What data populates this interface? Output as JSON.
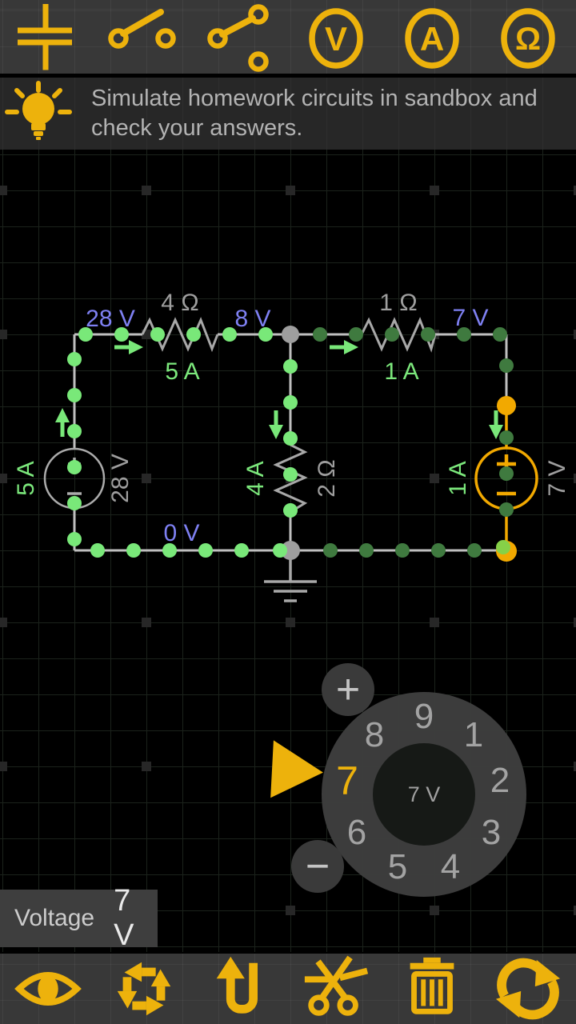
{
  "top_toolbar": {
    "items": [
      {
        "icon": "capacitor-icon"
      },
      {
        "icon": "switch-open-icon"
      },
      {
        "icon": "switch-spdt-icon"
      },
      {
        "icon": "voltmeter-icon",
        "letter": "V"
      },
      {
        "icon": "ammeter-icon",
        "letter": "A"
      },
      {
        "icon": "ohmmeter-icon",
        "letter": "Ω"
      }
    ]
  },
  "tip_banner": {
    "icon": "lightbulb-icon",
    "text": "Simulate homework circuits in sandbox and check your answers."
  },
  "circuit": {
    "voltage_labels": {
      "left_top": "28 V",
      "mid_top": "8 V",
      "right_top": "7 V",
      "bottom": "0 V"
    },
    "resistor_top_left": {
      "value": "4 Ω",
      "current": "5 A"
    },
    "resistor_top_right": {
      "value": "1 Ω",
      "current": "1 A"
    },
    "resistor_middle": {
      "value": "2 Ω",
      "current": "4 A"
    },
    "source_left": {
      "value": "28 V",
      "current": "5 A"
    },
    "source_right": {
      "value": "7 V",
      "current": "1 A",
      "selected": true
    },
    "colors": {
      "wire": "#bfbfbf",
      "current_dot": "#79e879",
      "current_dot_dim": "#3f7a3f",
      "voltage_label": "#7e80f2",
      "current_label": "#7ce87c",
      "component_label": "#9e9e9e",
      "selected": "#f2a900"
    }
  },
  "dial": {
    "numbers": [
      "1",
      "2",
      "3",
      "4",
      "5",
      "6",
      "7",
      "8",
      "9"
    ],
    "selected_number": "7",
    "center_value": "7 V",
    "plus_label": "+",
    "minus_label": "−"
  },
  "status_bar": {
    "label": "Voltage",
    "value": "7 V"
  },
  "bottom_toolbar": {
    "items": [
      {
        "icon": "eye-icon"
      },
      {
        "icon": "rotate-icon"
      },
      {
        "icon": "flip-icon"
      },
      {
        "icon": "scissors-icon"
      },
      {
        "icon": "trash-icon"
      },
      {
        "icon": "sync-icon"
      }
    ]
  },
  "theme": {
    "accent_gold": "#edb20c",
    "toolbar_bg": "#383838",
    "banner_bg": "#272727",
    "canvas_bg": "#000000"
  }
}
